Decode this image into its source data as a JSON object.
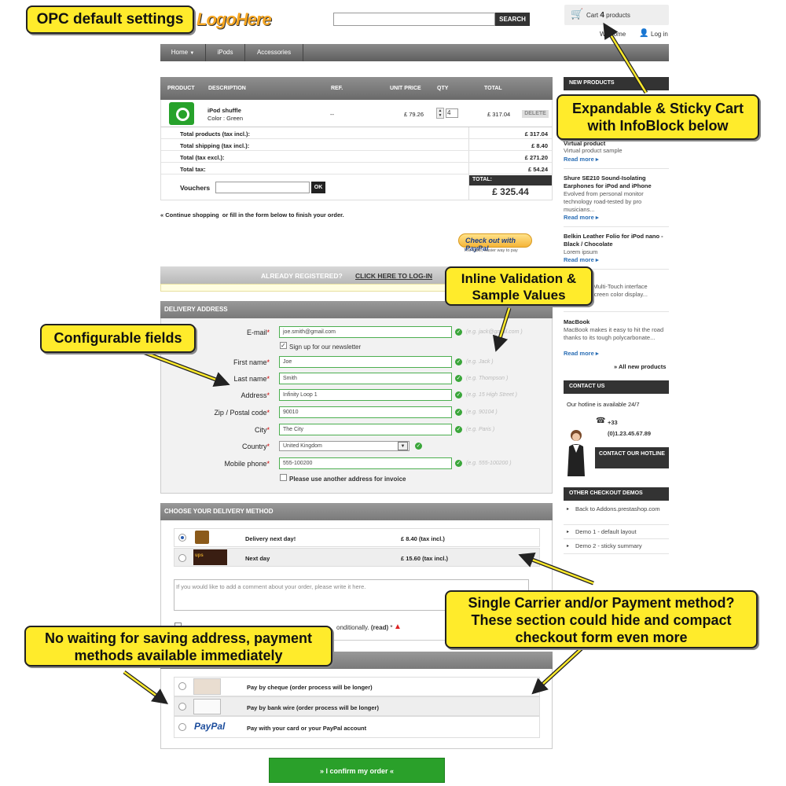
{
  "header": {
    "logo_text": "LogoHere",
    "search_button": "SEARCH",
    "cart_label": "Cart",
    "cart_count": "4",
    "cart_suffix": "products",
    "welcome": "Welcome",
    "login": "Log in"
  },
  "nav": {
    "items": [
      "Home",
      "iPods",
      "Accessories"
    ]
  },
  "cart_table": {
    "headers": [
      "PRODUCT",
      "DESCRIPTION",
      "REF.",
      "UNIT PRICE",
      "QTY",
      "TOTAL"
    ],
    "row": {
      "name": "iPod shuffle",
      "variant": "Color : Green",
      "ref": "--",
      "unit_price": "£ 79.26",
      "qty": "4",
      "total": "£ 317.04",
      "delete_label": "DELETE"
    },
    "totals": [
      {
        "label": "Total products (tax incl.):",
        "value": "£ 317.04"
      },
      {
        "label": "Total shipping (tax incl.):",
        "value": "£ 8.40"
      },
      {
        "label": "Total (tax excl.):",
        "value": "£ 271.20"
      },
      {
        "label": "Total tax:",
        "value": "£ 54.24"
      }
    ],
    "vouchers_label": "Vouchers",
    "ok_label": "OK",
    "grand_total_label": "TOTAL:",
    "grand_total": "£ 325.44"
  },
  "continue": {
    "link": "« Continue shopping",
    "text": "or fill in the form below to finish your order."
  },
  "paypal_checkout": {
    "button": "Check out with PayPal",
    "caption": "The safer, easier way to pay"
  },
  "already_registered": {
    "text": "ALREADY REGISTERED?",
    "link": "CLICK HERE TO LOG-IN"
  },
  "delivery": {
    "title": "DELIVERY ADDRESS",
    "fields": [
      {
        "label": "E-mail",
        "value": "joe.smith@gmail.com",
        "hint": "(e.g. jack@gmail.com )"
      },
      {
        "label": "First name",
        "value": "Joe",
        "hint": "(e.g. Jack )"
      },
      {
        "label": "Last name",
        "value": "Smith",
        "hint": "(e.g. Thompson )"
      },
      {
        "label": "Address",
        "value": "Infinity Loop 1",
        "hint": "(e.g. 15 High Street )"
      },
      {
        "label": "Zip / Postal code",
        "value": "90010",
        "hint": "(e.g. 90104 )"
      },
      {
        "label": "City",
        "value": "The City",
        "hint": "(e.g. Paris )"
      },
      {
        "label": "Country",
        "value": "United Kingdom",
        "hint": ""
      },
      {
        "label": "Mobile phone",
        "value": "555-100200",
        "hint": "(e.g. 555-100200 )"
      }
    ],
    "newsletter": "Sign up for our newsletter",
    "other_address": "Please use another address for invoice"
  },
  "carrier": {
    "title": "CHOOSE YOUR DELIVERY METHOD",
    "options": [
      {
        "name": "Delivery next day!",
        "price": "£ 8.40 (tax incl.)"
      },
      {
        "name": "Next day",
        "price": "£ 15.60 (tax incl.)"
      }
    ],
    "comment_placeholder": "If you would like to add a comment about your order, please write it here.",
    "terms_tail": "onditionally.",
    "terms_read": "(read)",
    "terms_star": "*"
  },
  "payment": {
    "options": [
      "Pay by cheque (order process will be longer)",
      "Pay by bank wire (order process will be longer)",
      "Pay with your card or your PayPal account"
    ],
    "paypal_logo": "PayPal"
  },
  "confirm_button": "»  I confirm my order  «",
  "sidebar": {
    "new_products_title": "NEW PRODUCTS",
    "products": [
      {
        "title": "Virtual product",
        "text": "Virtual product sample",
        "more": "Read more"
      },
      {
        "title": "Shure SE210 Sound-Isolating Earphones for iPod and iPhone",
        "text": "Evolved from personal monitor technology road-tested by pro musicians...",
        "more": "Read more"
      },
      {
        "title": "Belkin Leather Folio for iPod nano - Black / Chocolate",
        "text": "Lorem ipsum",
        "more": "Read more"
      },
      {
        "title": "",
        "text": "ary Multi-Touch interface idescreen color display...",
        "more": ""
      },
      {
        "title": "MacBook",
        "text": "MacBook makes it easy to hit the road thanks to its tough polycarbonate...",
        "more": "Read more"
      }
    ],
    "all_new": "» All new products",
    "contact_title": "CONTACT US",
    "hotline_text": "Our hotline is available 24/7",
    "phone_1": "+33",
    "phone_2": "(0)1.23.45.67.89",
    "hotline_button": "CONTACT OUR HOTLINE",
    "demos_title": "OTHER CHECKOUT DEMOS",
    "demos": [
      "Back to Addons.prestashop.com",
      "Demo 1 - default layout",
      "Demo 2 - sticky summary"
    ]
  },
  "callouts": {
    "opc": "OPC default settings",
    "cart": "Expandable & Sticky Cart with InfoBlock below",
    "inline": "Inline Validation & Sample Values",
    "fields": "Configurable fields",
    "single": "Single Carrier and/or Payment method? These section could hide and compact checkout form even more",
    "nowait": "No waiting for saving address, payment methods available immediately"
  },
  "colors": {
    "callout_bg": "#ffeb2b",
    "valid_green": "#3aa63a",
    "confirm_green": "#2aa02a",
    "link_blue": "#2a6eb5"
  }
}
